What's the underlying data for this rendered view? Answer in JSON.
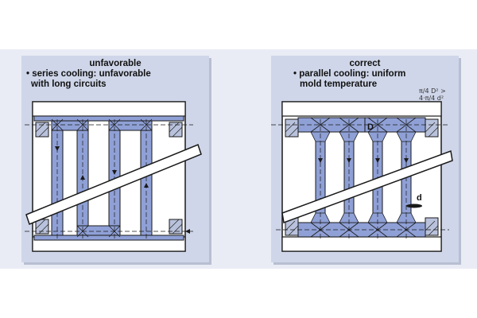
{
  "left_panel": {
    "title": "unfavorable",
    "line1": "• series cooling:  unfavorable",
    "line2": "with long circuits"
  },
  "right_panel": {
    "title": "correct",
    "line1": "• parallel cooling: uniform",
    "line2": "mold temperature",
    "label_D": "D",
    "label_d": "d",
    "formula_left": "π/4 D²",
    "formula_op": ">",
    "formula_right": "4·π/4 d²"
  },
  "colors": {
    "band": "#eaecf5",
    "panel": "#cfd6e9",
    "channel": "#8fa0d6",
    "frame": "#1a1a1a"
  }
}
